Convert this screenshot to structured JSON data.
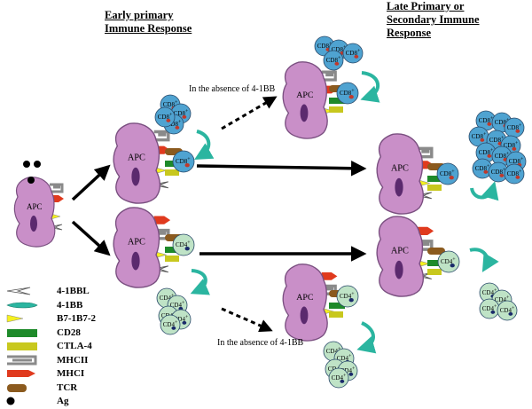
{
  "headers": {
    "early_line1": "Early primary",
    "early_line2": "Immune Response",
    "late_line1": "Late Primary or",
    "late_line2": "Secondary Immune",
    "late_line3": "Response"
  },
  "notes": {
    "absence_top": "In the absence of 4-1BB",
    "absence_bottom": "In the absence of 4-1BB"
  },
  "cell_labels": {
    "apc": "APC",
    "cd8": "CD8",
    "cd4": "CD4",
    "superscript": "+"
  },
  "legend": [
    {
      "label": "4-1BBL",
      "symbol": "4-1bbl-icon"
    },
    {
      "label": "4-1BB",
      "symbol": "4-1bb-icon"
    },
    {
      "label": "B7-1B7-2",
      "symbol": "b7-icon"
    },
    {
      "label": "CD28",
      "symbol": "cd28-icon"
    },
    {
      "label": "CTLA-4",
      "symbol": "ctla4-icon"
    },
    {
      "label": "MHCII",
      "symbol": "mhcii-icon"
    },
    {
      "label": "MHCI",
      "symbol": "mhci-icon"
    },
    {
      "label": "TCR",
      "symbol": "tcr-icon"
    },
    {
      "label": "Ag",
      "symbol": "ag-icon"
    }
  ],
  "colors": {
    "apc_fill": "#c98fc8",
    "apc_stroke": "#7a4f80",
    "nucleus": "#5b2a6e",
    "cd8_fill": "#4fa3d1",
    "cd4_fill": "#bfe3c6",
    "mhci": "#e03a1e",
    "mhcii": "#8a8a8a",
    "tcr": "#8b5a1e",
    "cd28": "#1e8a2a",
    "ctla4": "#c8c81e",
    "b7": "#f5f01e",
    "teal_arrow": "#2bb5a0"
  }
}
